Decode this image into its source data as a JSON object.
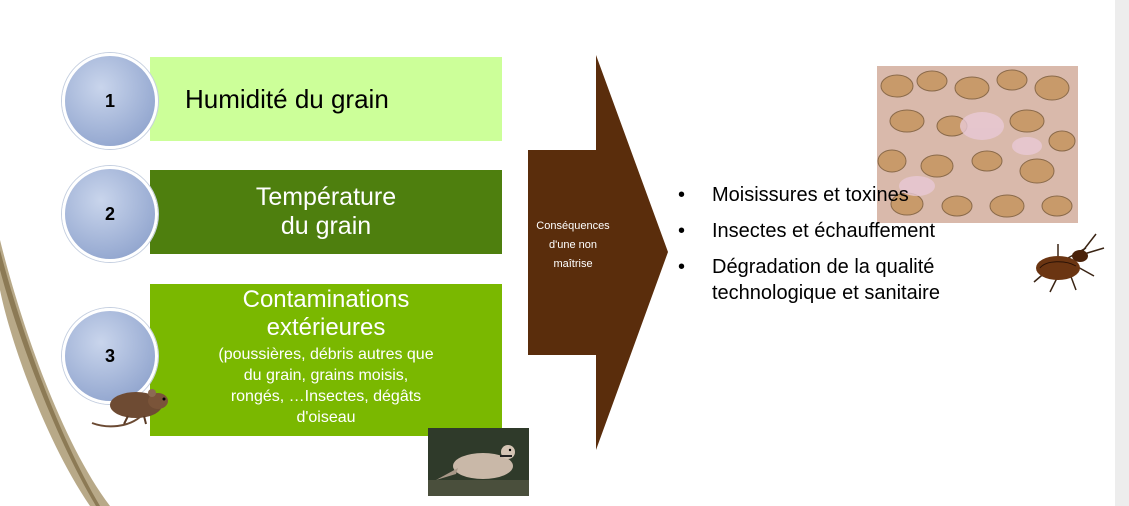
{
  "steps": [
    {
      "number": "1",
      "label": "Humidité du grain"
    },
    {
      "number": "2",
      "label_line1": "Température",
      "label_line2": "du grain"
    },
    {
      "number": "3",
      "title_line1": "Contaminations",
      "title_line2": "extérieures",
      "desc_line1": "(poussières, débris autres que",
      "desc_line2": "du grain, grains moisis,",
      "desc_line3": "rongés, …Insectes, dégâts",
      "desc_line4": "d'oiseau"
    }
  ],
  "arrow": {
    "line1": "Conséquences",
    "line2": "d'une  non",
    "line3": "maîtrise"
  },
  "consequences": [
    "Moisissures et toxines",
    "Insectes et échauffement",
    "Dégradation de la qualité technologique et sanitaire"
  ],
  "bullet_symbol": "•",
  "icons": {
    "grain_photo": "moldy-grain-image",
    "beetle": "weevil-image",
    "rat": "rat-image",
    "dove": "dove-image"
  },
  "colors": {
    "step1": "#ccff99",
    "step2": "#4e7f0e",
    "step3": "#7ab800",
    "arrow": "#5a2d0c",
    "circle": "#98abd2"
  }
}
